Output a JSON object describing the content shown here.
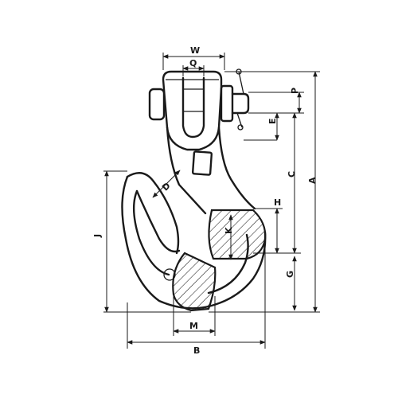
{
  "dimensions": {
    "A": "A",
    "B": "B",
    "C": "C",
    "D": "D",
    "E": "E",
    "G": "G",
    "H": "H",
    "J": "J",
    "K": "K",
    "M": "M",
    "P": "P",
    "Q": "Q",
    "W": "W"
  },
  "colors": {
    "line": "#1a1a1a",
    "background": "#ffffff",
    "hatch": "#1a1a1a"
  }
}
